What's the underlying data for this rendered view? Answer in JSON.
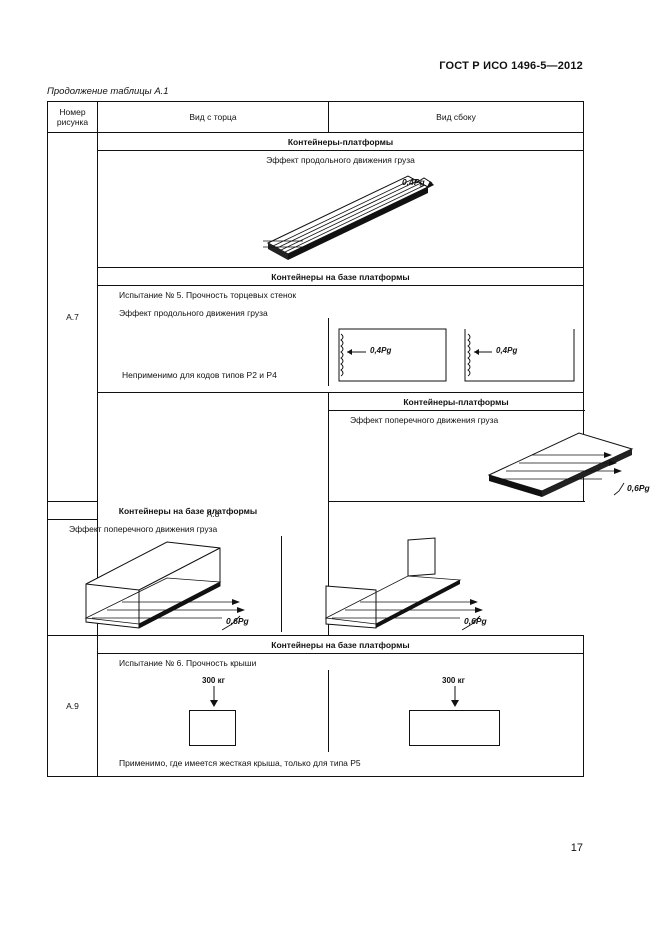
{
  "document": {
    "standard": "ГОСТ Р ИСО 1496-5—2012",
    "caption": "Продолжение таблицы А.1",
    "page_number": "17"
  },
  "table": {
    "headers": {
      "figure_number": "Номер рисунка",
      "end_view": "Вид с торца",
      "side_view": "Вид сбоку"
    },
    "rows": [
      {
        "figure": "А.7",
        "sections": [
          {
            "title": "Контейнеры-платформы",
            "effect": "Эффект продольного движения груза",
            "load_label": "0,4Pg"
          },
          {
            "title": "Контейнеры на базе платформы",
            "test": "Испытание № 5. Прочность торцевых стенок",
            "effect": "Эффект продольного движения груза",
            "load_label_left": "0,4Pg",
            "load_label_right": "0,4Pg",
            "note": "Неприменимо для кодов типов Р2 и Р4"
          }
        ]
      },
      {
        "figure": "А.8",
        "sections": [
          {
            "title": "Контейнеры-платформы",
            "effect": "Эффект поперечного движения груза",
            "load_label": "0,6Pg"
          },
          {
            "title": "Контейнеры на базе платформы",
            "effect": "Эффект поперечного движения груза",
            "load_label_left": "0,6Pg",
            "load_label_right": "0,6Pg"
          }
        ]
      },
      {
        "figure": "А.9",
        "sections": [
          {
            "title": "Контейнеры на базе платформы",
            "test": "Испытание № 6. Прочность крыши",
            "load_left": "300 кг",
            "load_right": "300 кг",
            "note": "Применимо, где имеется жесткая крыша, только для типа Р5"
          }
        ]
      }
    ]
  }
}
